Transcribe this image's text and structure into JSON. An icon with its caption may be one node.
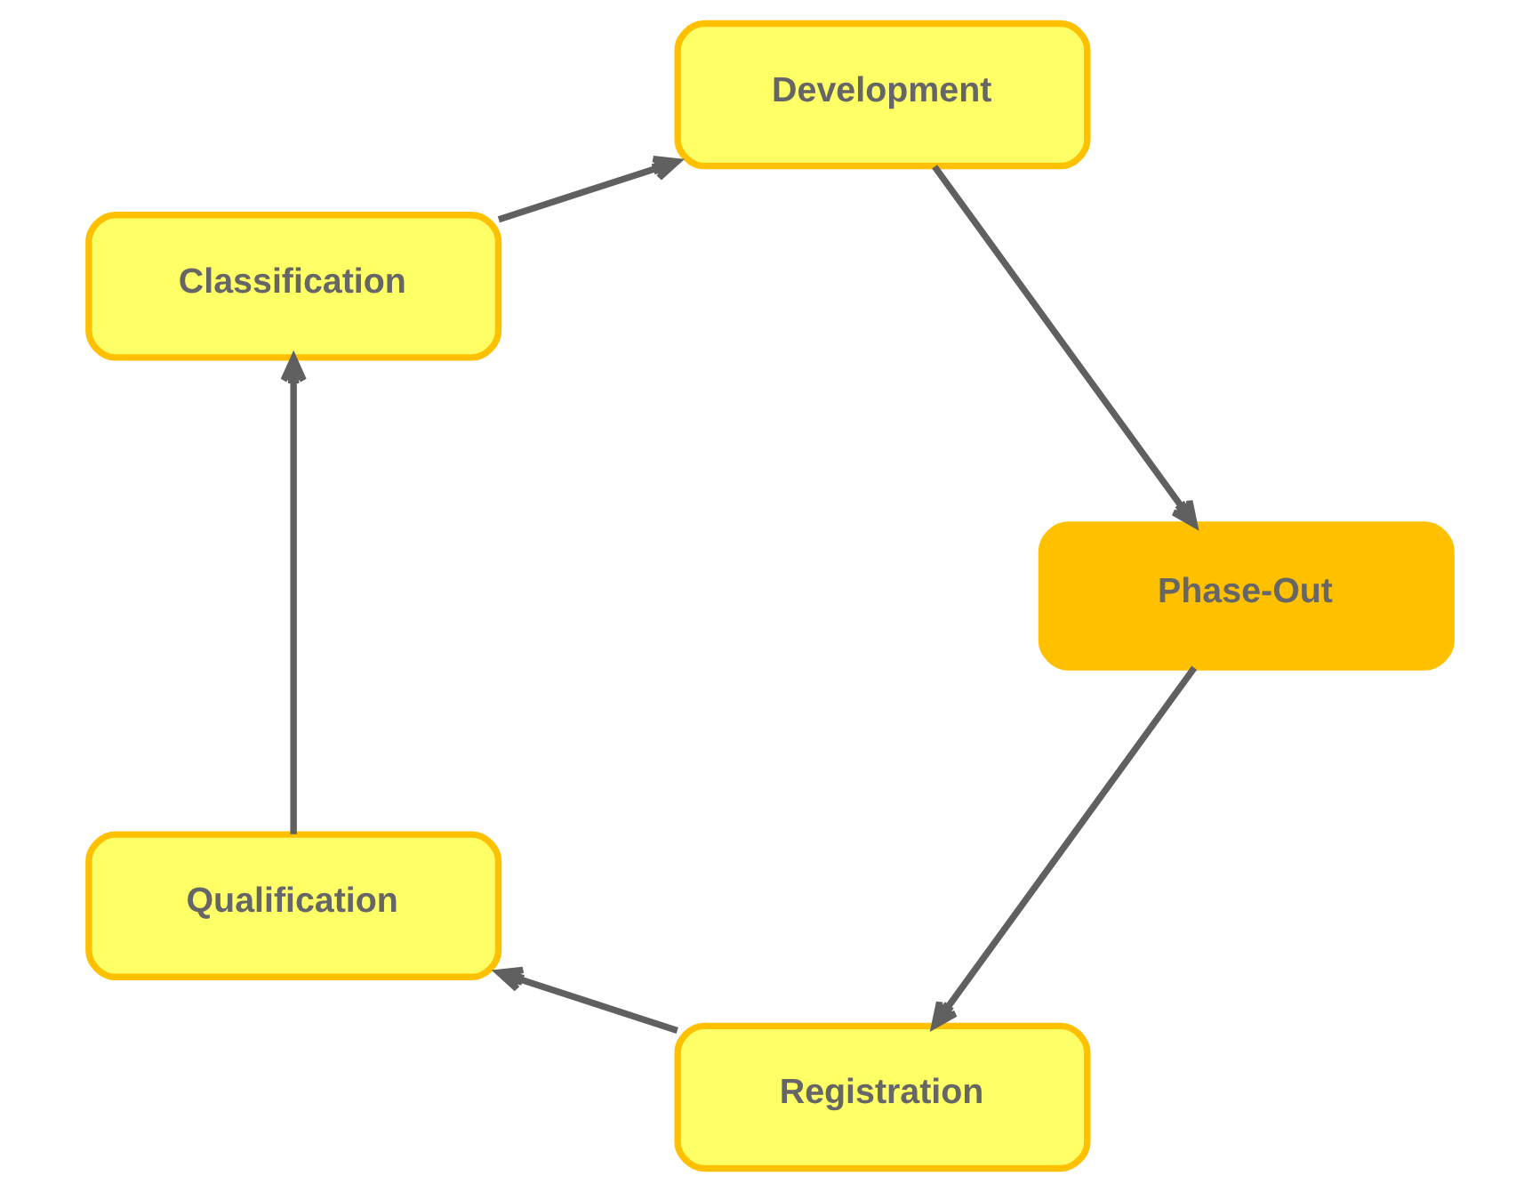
{
  "diagram": {
    "nodes": [
      {
        "text": [
          "Registration"
        ]
      },
      {
        "text": [
          "Qualification"
        ]
      },
      {
        "text": [
          "Classification"
        ]
      },
      {
        "text": [
          "Development"
        ]
      },
      {
        "text": [
          "Phase-Out"
        ]
      }
    ],
    "edges": [
      {
        "from": 0,
        "to": 1,
        "arrow": "to"
      },
      {
        "from": 1,
        "to": 2,
        "arrow": "to"
      },
      {
        "from": 2,
        "to": 3,
        "arrow": "to"
      },
      {
        "from": 3,
        "to": 4,
        "arrow": "to"
      },
      {
        "from": 4,
        "to": 0,
        "arrow": "to"
      }
    ]
  }
}
